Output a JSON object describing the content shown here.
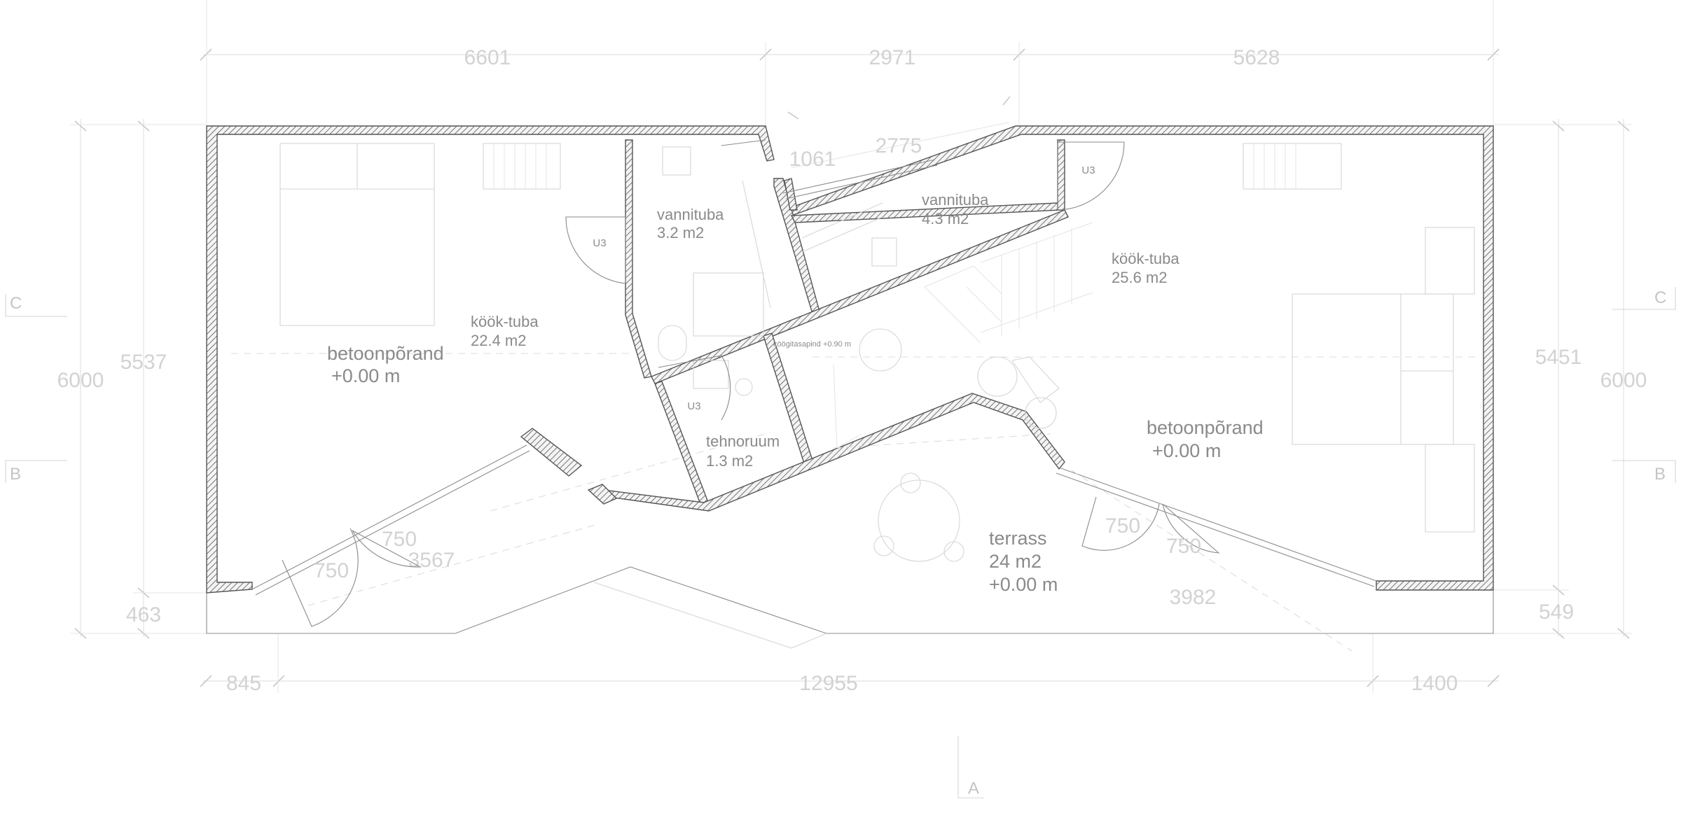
{
  "dimensions": {
    "top": [
      "6601",
      "2971",
      "5628"
    ],
    "bottom": [
      "845",
      "12955",
      "1400"
    ],
    "left_outer": "6000",
    "left_inner": "5537",
    "left_small": "463",
    "right_outer": "6000",
    "right_inner": "5451",
    "right_small": "549",
    "interior_1061": "1061",
    "interior_2775": "2775",
    "interior_3567": "3567",
    "interior_3982": "3982"
  },
  "rooms": {
    "floor_left_name": "betoonpõrand",
    "floor_left_level": "+0.00 m",
    "floor_right_name": "betoonpõrand",
    "floor_right_level": "+0.00 m",
    "kitchen_left_name": "köök-tuba",
    "kitchen_left_area": "22.4 m2",
    "kitchen_right_name": "köök-tuba",
    "kitchen_right_area": "25.6 m2",
    "bath_left_name": "vannituba",
    "bath_left_area": "3.2 m2",
    "bath_right_name": "vannituba",
    "bath_right_area": "4.3 m2",
    "tech_name": "tehnoruum",
    "tech_area": "1.3 m2",
    "terrace_name": "terrass",
    "terrace_area": "24 m2",
    "terrace_level": "+0.00 m",
    "counter_note": "köögitasapind +0.90 m"
  },
  "doors": {
    "u3_label": "U3",
    "width_750": "750"
  },
  "sections": {
    "c": "C",
    "b": "B",
    "a": "A"
  }
}
